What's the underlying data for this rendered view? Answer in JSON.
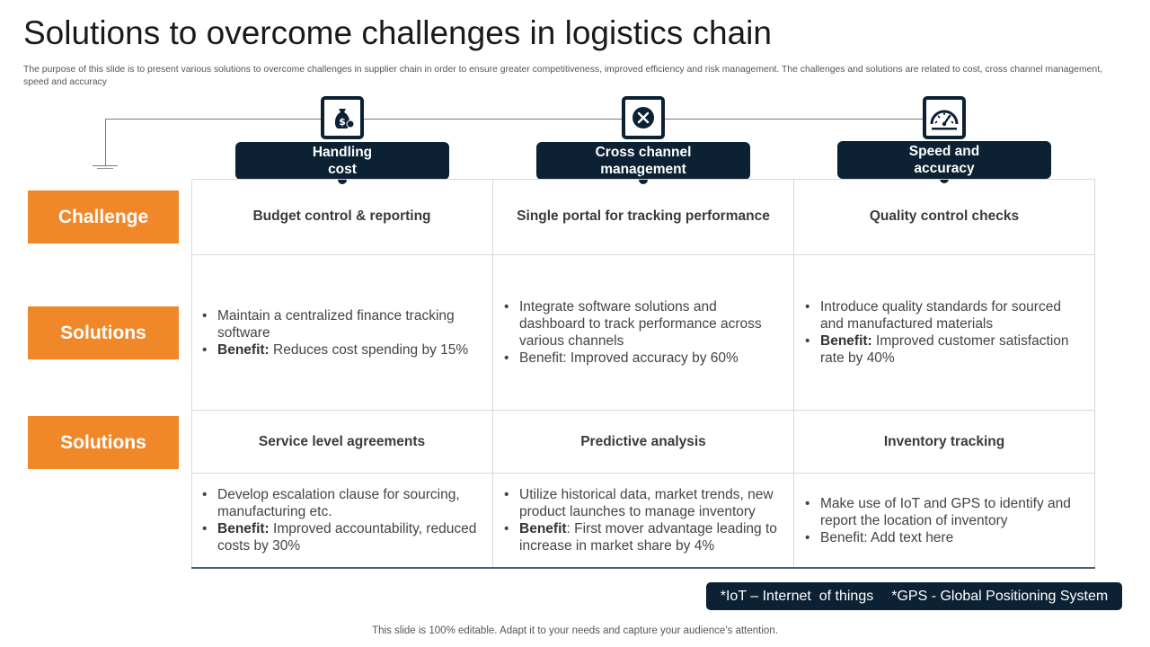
{
  "title": "Solutions to overcome challenges in logistics chain",
  "subtitle": "The purpose of this slide is to present various solutions to overcome challenges in supplier chain in order to ensure greater competitiveness, improved efficiency and risk management. The challenges and solutions are related to cost, cross channel management, speed and accuracy",
  "columns": [
    {
      "icon": "money-bag-icon",
      "header": "Handling\ncost"
    },
    {
      "icon": "x-circle-icon",
      "header": "Cross channel\nmanagement"
    },
    {
      "icon": "speedometer-icon",
      "header": "Speed and\naccuracy"
    }
  ],
  "row_labels": [
    "Challenge",
    "Solutions",
    "Solutions"
  ],
  "rows": [
    {
      "type": "head",
      "cells": [
        "Budget control & reporting",
        "Single portal for tracking performance",
        "Quality control checks"
      ]
    },
    {
      "type": "body",
      "cells": [
        [
          {
            "bold": "",
            "text": "Maintain a centralized finance tracking software"
          },
          {
            "bold": "Benefit:",
            "text": " Reduces cost spending by 15%"
          }
        ],
        [
          {
            "bold": "",
            "text": "Integrate software solutions and dashboard to track performance across various channels"
          },
          {
            "bold": "",
            "text": "Benefit: Improved accuracy by 60%"
          }
        ],
        [
          {
            "bold": "",
            "text": "Introduce quality standards for sourced and manufactured materials"
          },
          {
            "bold": "Benefit:",
            "text": " Improved customer satisfaction rate by 40%"
          }
        ]
      ]
    },
    {
      "type": "head",
      "cells": [
        "Service level agreements",
        "Predictive analysis",
        "Inventory tracking"
      ]
    },
    {
      "type": "body",
      "cells": [
        [
          {
            "bold": "",
            "text": "Develop escalation clause for sourcing, manufacturing etc."
          },
          {
            "bold": "Benefit:",
            "text": " Improved accountability, reduced costs by 30%"
          }
        ],
        [
          {
            "bold": "",
            "text": "Utilize historical data, market trends, new product launches to manage inventory"
          },
          {
            "bold": "Benefit",
            "text": ": First mover advantage leading to increase in market share by 4%"
          }
        ],
        [
          {
            "bold": "",
            "text": "Make use of IoT and GPS to identify and report the location of inventory"
          },
          {
            "bold": "",
            "text": "Benefit: Add text here"
          }
        ]
      ]
    }
  ],
  "footnotes": [
    "*IoT – Internet  of things",
    "*GPS - Global Positioning System"
  ],
  "editable_note": "This slide is 100% editable. Adapt it to your needs and capture your audience’s attention.",
  "colors": {
    "navy": "#0c2133",
    "orange": "#f0882a",
    "border": "#d9d9d9"
  }
}
